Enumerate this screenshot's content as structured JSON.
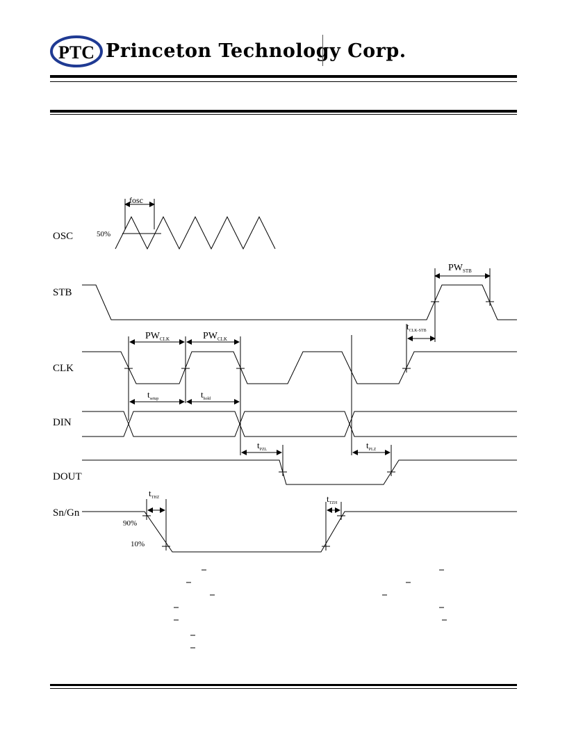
{
  "header": {
    "company": "Princeton Technology Corp.",
    "logo": {
      "letters": "PTC",
      "colors": {
        "ring": "#1f3a93",
        "letters": "#1f3a93"
      }
    }
  },
  "timing_diagram": {
    "signals": [
      "OSC",
      "STB",
      "CLK",
      "DIN",
      "DOUT",
      "Sn/Gn"
    ],
    "labels": {
      "fosc": "fosc",
      "pct50": "50%",
      "pct90": "90%",
      "pct10": "10%"
    },
    "parameters": [
      {
        "main": "PW",
        "sub": "STB"
      },
      {
        "main": "PW",
        "sub": "CLK"
      },
      {
        "main": "PW",
        "sub": "CLK"
      },
      {
        "main": "t",
        "sub": "CLK-STB"
      },
      {
        "main": "t",
        "sub": "setup"
      },
      {
        "main": "t",
        "sub": "hold"
      },
      {
        "main": "t",
        "sub": "PZL"
      },
      {
        "main": "t",
        "sub": "PLZ"
      },
      {
        "main": "t",
        "sub": "THZ"
      },
      {
        "main": "t",
        "sub": "TZH"
      }
    ]
  }
}
